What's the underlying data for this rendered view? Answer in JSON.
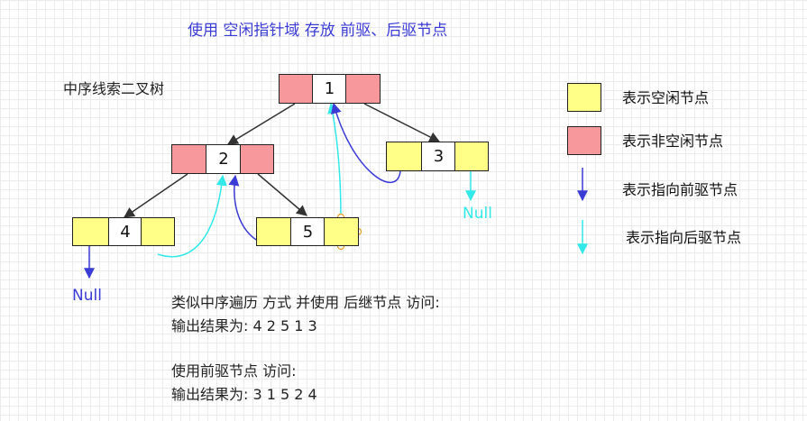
{
  "title": "使用 空闲指针域 存放 前驱、后驱节点",
  "tree_label": "中序线索二叉树",
  "nodes": {
    "n1": "1",
    "n2": "2",
    "n3": "3",
    "n4": "4",
    "n5": "5"
  },
  "null_labels": {
    "n3_right": "Null",
    "n4_left": "Null"
  },
  "legend": {
    "free_label": "表示空闲节点",
    "used_label": "表示非空闲节点",
    "pred_label": "表示指向前驱节点",
    "succ_label": "表示指向后驱节点"
  },
  "text": {
    "line1": "类似中序遍历 方式 并使用 后继节点 访问:",
    "line2": "输出结果为:  4 2 5 1 3",
    "line3": "使用前驱节点 访问:",
    "line4": "输出结果为:  3 1 5 2 4"
  },
  "colors": {
    "free": "#ffff88",
    "used": "#f7989c",
    "predecessor": "#3b3bd6",
    "successor": "#33e8e8",
    "tree_edge": "#333333",
    "title": "#3b3bd6"
  }
}
